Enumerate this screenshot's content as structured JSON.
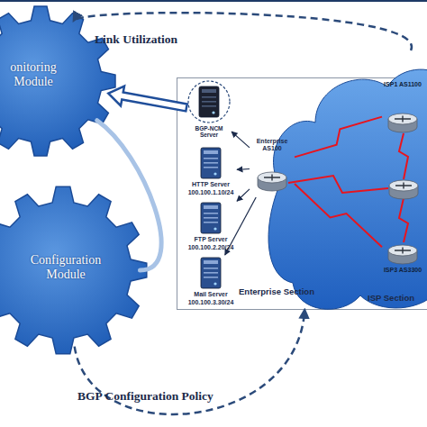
{
  "diagram": {
    "nodes": [
      {
        "text": [
          "onitoring Module"
        ]
      },
      {
        "text": [
          "Configuration Module"
        ]
      },
      {
        "text": [
          "Enterprise Section"
        ]
      },
      {
        "text": [
          "BGP-NCM Server"
        ],
        "in": 2
      },
      {
        "text": [
          "HTTP Server",
          "100.100.1.10/24"
        ],
        "in": 2
      },
      {
        "text": [
          "FTP Server",
          "100.100.2.20/24"
        ],
        "in": 2
      },
      {
        "text": [
          "Mail Server",
          "100.100.3.30/24"
        ],
        "in": 2
      },
      {
        "text": [
          "Enterprise AS100"
        ],
        "in": 2
      },
      {
        "text": [
          "ISP Section"
        ]
      },
      {
        "text": [
          "ISP1 AS1100"
        ],
        "in": 8
      },
      {
        "text": [
          "ISP3 AS3300"
        ],
        "in": 8
      }
    ],
    "edges": [
      {
        "from": 3,
        "to": 0,
        "arrow": "to"
      },
      {
        "from": 7,
        "to": 3,
        "arrow": "to"
      },
      {
        "from": 7,
        "to": 4,
        "arrow": "to"
      },
      {
        "from": 7,
        "to": 5,
        "arrow": "to"
      },
      {
        "from": 7,
        "to": 6,
        "arrow": "to"
      },
      {
        "from": 7,
        "to": 9,
        "arrow": "none"
      },
      {
        "from": 7,
        "to": 10,
        "arrow": "none"
      },
      {
        "from": 8,
        "to": 0,
        "label": "Link Utilization",
        "arrow": "to"
      },
      {
        "from": 1,
        "to": 2,
        "label": "BGP Configuration Policy",
        "arrow": "to"
      },
      {
        "from": 0,
        "to": 1,
        "arrow": "none"
      }
    ]
  }
}
